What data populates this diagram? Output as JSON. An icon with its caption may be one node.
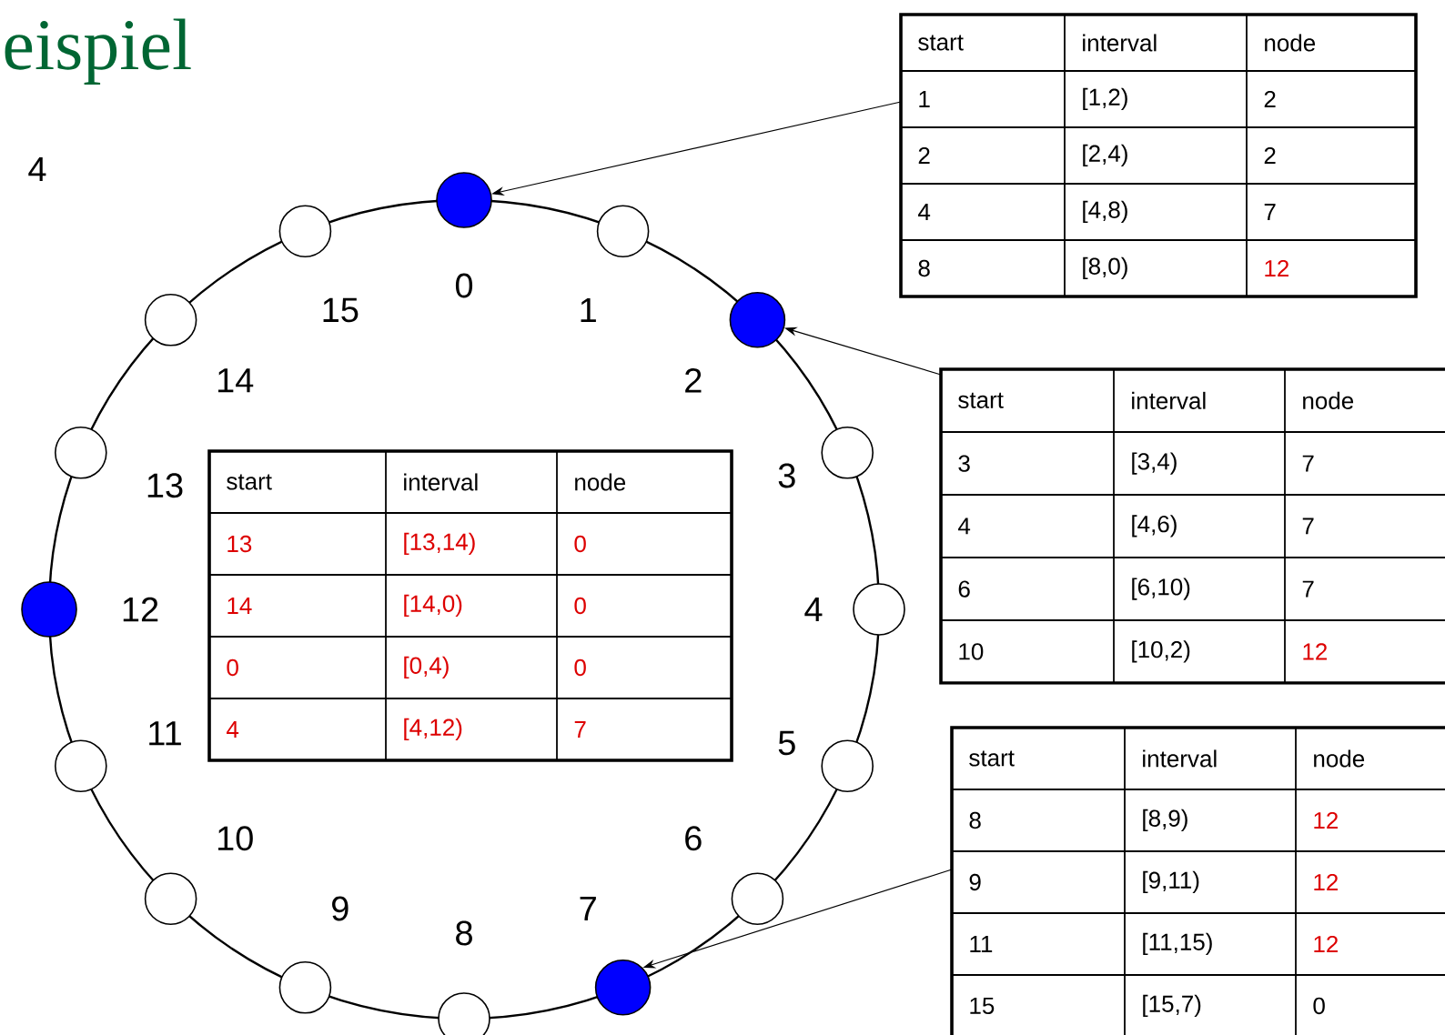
{
  "diagram": {
    "title": "eispiel",
    "nodes": [
      {
        "text": [],
        "shape": "circle",
        "beside": [
          "0"
        ]
      },
      {
        "text": [],
        "shape": "circle",
        "beside": [
          "1"
        ]
      },
      {
        "text": [],
        "shape": "circle",
        "beside": [
          "2"
        ]
      },
      {
        "text": [],
        "shape": "circle",
        "beside": [
          "3"
        ]
      },
      {
        "text": [],
        "shape": "circle",
        "beside": [
          "4"
        ]
      },
      {
        "text": [],
        "shape": "circle",
        "beside": [
          "5"
        ]
      },
      {
        "text": [],
        "shape": "circle",
        "beside": [
          "6"
        ]
      },
      {
        "text": [],
        "shape": "circle",
        "beside": [
          "7"
        ]
      },
      {
        "text": [],
        "shape": "circle",
        "beside": [
          "8"
        ]
      },
      {
        "text": [],
        "shape": "circle",
        "beside": [
          "9"
        ]
      },
      {
        "text": [],
        "shape": "circle",
        "beside": [
          "10"
        ]
      },
      {
        "text": [],
        "shape": "circle",
        "beside": [
          "11"
        ]
      },
      {
        "text": [],
        "shape": "circle",
        "beside": [
          "12"
        ]
      },
      {
        "text": [],
        "shape": "circle",
        "beside": [
          "13"
        ]
      },
      {
        "text": [],
        "shape": "circle",
        "beside": [
          "14"
        ]
      },
      {
        "text": [],
        "shape": "circle",
        "beside": [
          "15"
        ]
      },
      {
        "text": [
          "start",
          "interval",
          "node",
          "1",
          "[1,2)",
          "2",
          "2",
          "[2,4)",
          "2",
          "4",
          "[4,8)",
          "7",
          "8",
          "[8,0)",
          "12"
        ]
      },
      {
        "text": [
          "start",
          "interval",
          "node",
          "3",
          "[3,4)",
          "7",
          "4",
          "[4,6)",
          "7",
          "6",
          "[6,10)",
          "7",
          "10",
          "[10,2)",
          "12"
        ]
      },
      {
        "text": [
          "start",
          "interval",
          "node",
          "13",
          "[13,14)",
          "0",
          "14",
          "[14,0)",
          "0",
          "0",
          "[0,4)",
          "0",
          "4",
          "[4,12)",
          "7"
        ]
      },
      {
        "text": [
          "start",
          "interval",
          "node",
          "8",
          "[8,9)",
          "12",
          "9",
          "[9,11)",
          "12",
          "11",
          "[11,15)",
          "12",
          "15",
          "[15,7)",
          "0"
        ]
      }
    ],
    "edges": [
      {
        "from": 16,
        "to": 0,
        "arrow": "to"
      },
      {
        "from": 17,
        "to": 2,
        "arrow": "to"
      },
      {
        "from": 19,
        "to": 7,
        "arrow": "to"
      }
    ],
    "labels": [
      "4"
    ]
  }
}
